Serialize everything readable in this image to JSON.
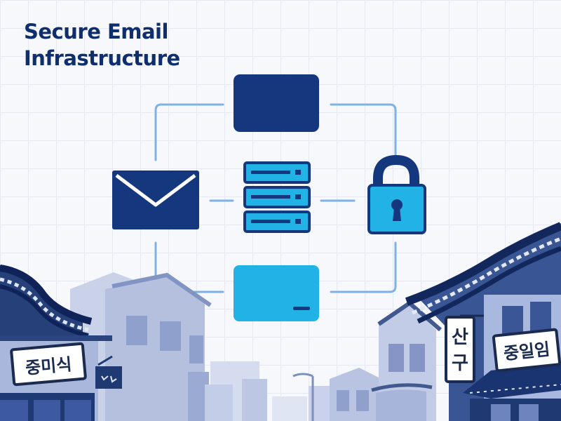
{
  "title": {
    "line1": "Secure Email",
    "line2": "Infrastructure"
  },
  "signs": {
    "left_board": "중미식",
    "right_vertical_top": "산",
    "right_vertical_bottom": "구",
    "right_board": "중일임"
  },
  "icons": {
    "top": "window-icon",
    "left": "envelope-icon",
    "center": "server-stack-icon",
    "right": "padlock-icon",
    "bottom": "card-icon"
  },
  "colors": {
    "navy": "#14377d",
    "accent": "#21b3e6",
    "connector": "#7fb2e4",
    "title": "#0f2e6e"
  }
}
